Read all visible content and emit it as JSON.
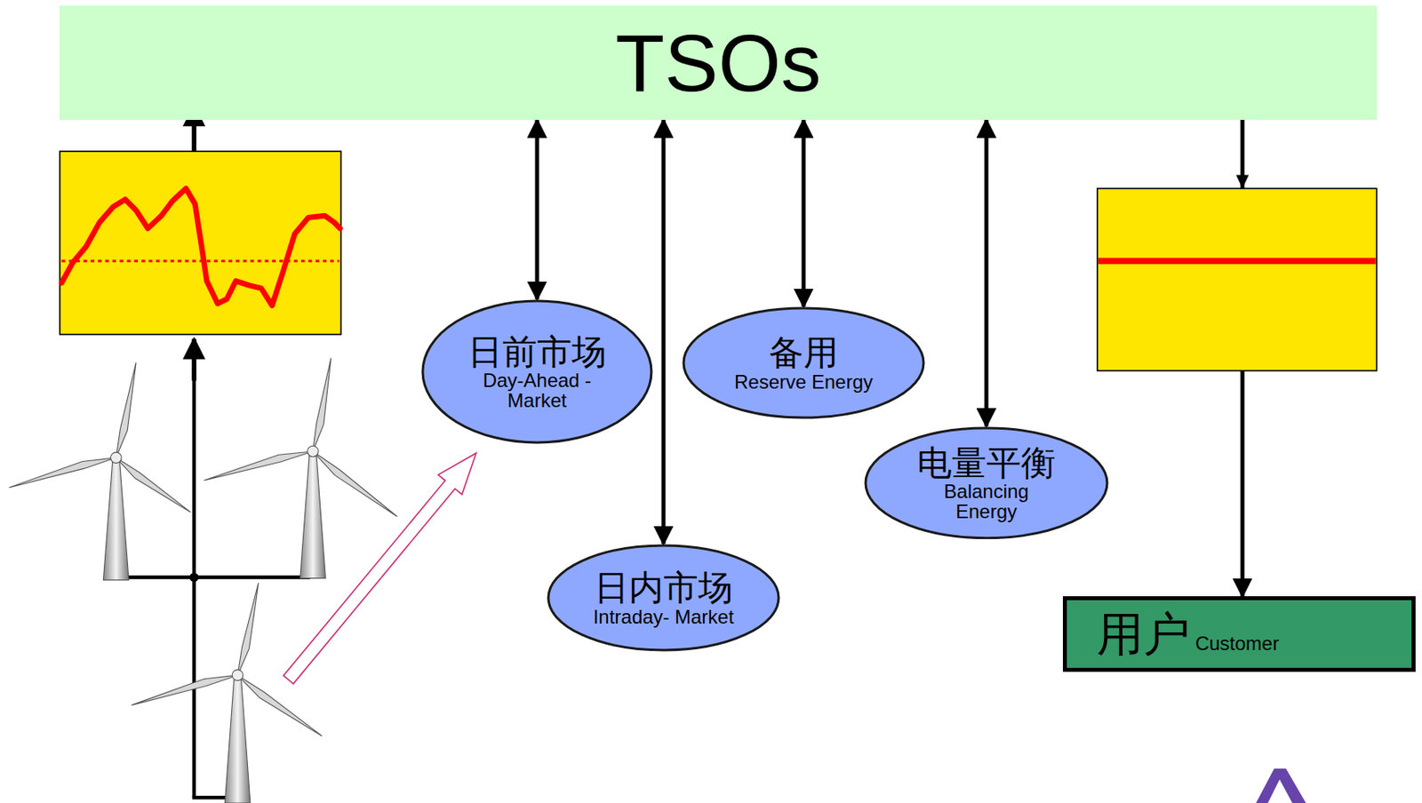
{
  "diagram": {
    "nodes": [
      {
        "text": [
          "TSOs"
        ]
      },
      {
        "text": [
          "日前市场",
          "Day-Ahead -Market"
        ]
      },
      {
        "text": [
          "备用",
          "Reserve Energy"
        ]
      },
      {
        "text": [
          "电量平衡",
          "Balancing Energy"
        ]
      },
      {
        "text": [
          "日内市场",
          "Intraday- Market"
        ]
      },
      {
        "text": [
          "用户",
          "Customer"
        ]
      }
    ],
    "edges": [
      {
        "from": 0,
        "to": 1,
        "arrow": "both"
      },
      {
        "from": 0,
        "to": 4,
        "arrow": "both"
      },
      {
        "from": 0,
        "to": 2,
        "arrow": "both"
      },
      {
        "from": 0,
        "to": 3,
        "arrow": "both"
      },
      {
        "from": 0,
        "to": 5,
        "arrow": "to"
      }
    ]
  }
}
